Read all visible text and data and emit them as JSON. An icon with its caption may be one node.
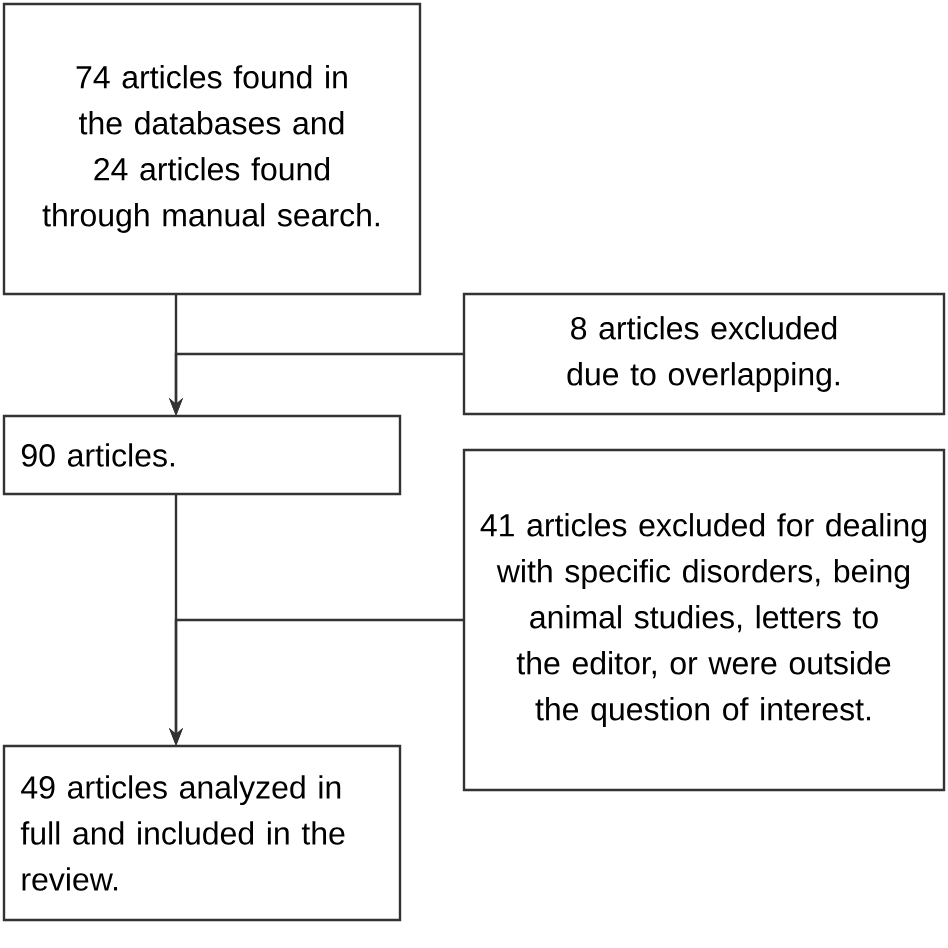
{
  "diagram": {
    "nodes": [
      {
        "text": [
          "74 articles found in the databases and 24 articles found through manual search."
        ]
      },
      {
        "text": [
          "8 articles excluded due to overlapping."
        ]
      },
      {
        "text": [
          "90 articles."
        ]
      },
      {
        "text": [
          "41 articles excluded for dealing with specific disorders, being animal studies, letters to the editor, or were outside the question of interest."
        ]
      },
      {
        "text": [
          "49 articles analyzed in full and included in the review."
        ]
      }
    ],
    "edges": [
      {
        "from": 0,
        "to": 2,
        "arrow": "to"
      },
      {
        "from": 1,
        "to": 2,
        "arrow": "to"
      },
      {
        "from": 2,
        "to": 4,
        "arrow": "to"
      },
      {
        "from": 3,
        "to": 4,
        "arrow": "to"
      }
    ]
  }
}
